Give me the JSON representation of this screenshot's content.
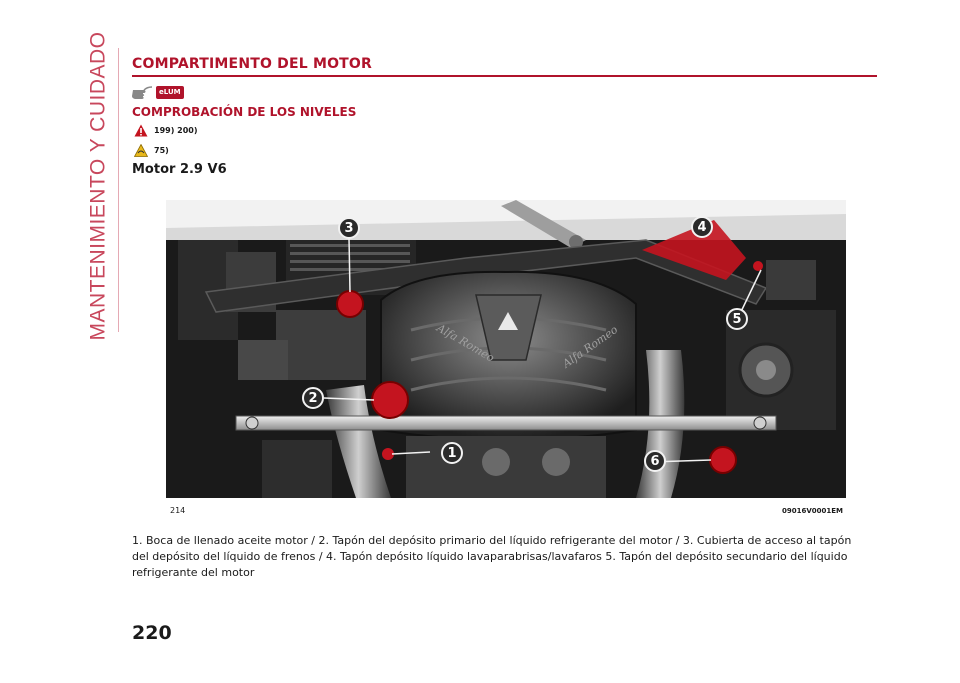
{
  "side_title": "MANTENIMIENTO Y CUIDADO",
  "section_title": "COMPARTIMENTO DEL MOTOR",
  "elum_badge": "eLUM",
  "subsection_title": "COMPROBACIÓN DE LOS NIVELES",
  "warning_refs": "199) 200)",
  "caution_refs": "75)",
  "engine_label": "Motor 2.9 V6",
  "figure": {
    "number": "214",
    "code": "09016V0001EM",
    "callouts": [
      "1",
      "2",
      "3",
      "4",
      "5",
      "6"
    ],
    "cover_text_left": "Alfa Romeo",
    "cover_text_right": "Alfa Romeo",
    "colors": {
      "cap_red": "#c4141f",
      "callout_bg": "#2a2a2a"
    }
  },
  "caption": "1. Boca de llenado aceite motor / 2. Tapón del depósito primario del líquido refrigerante del motor / 3. Cubierta de acceso al tapón del depósito del líquido de frenos / 4. Tapón depósito líquido lavaparabrisas/lavafaros 5. Tapón del depósito secundario del líquido refrigerante del motor",
  "page_number": "220"
}
